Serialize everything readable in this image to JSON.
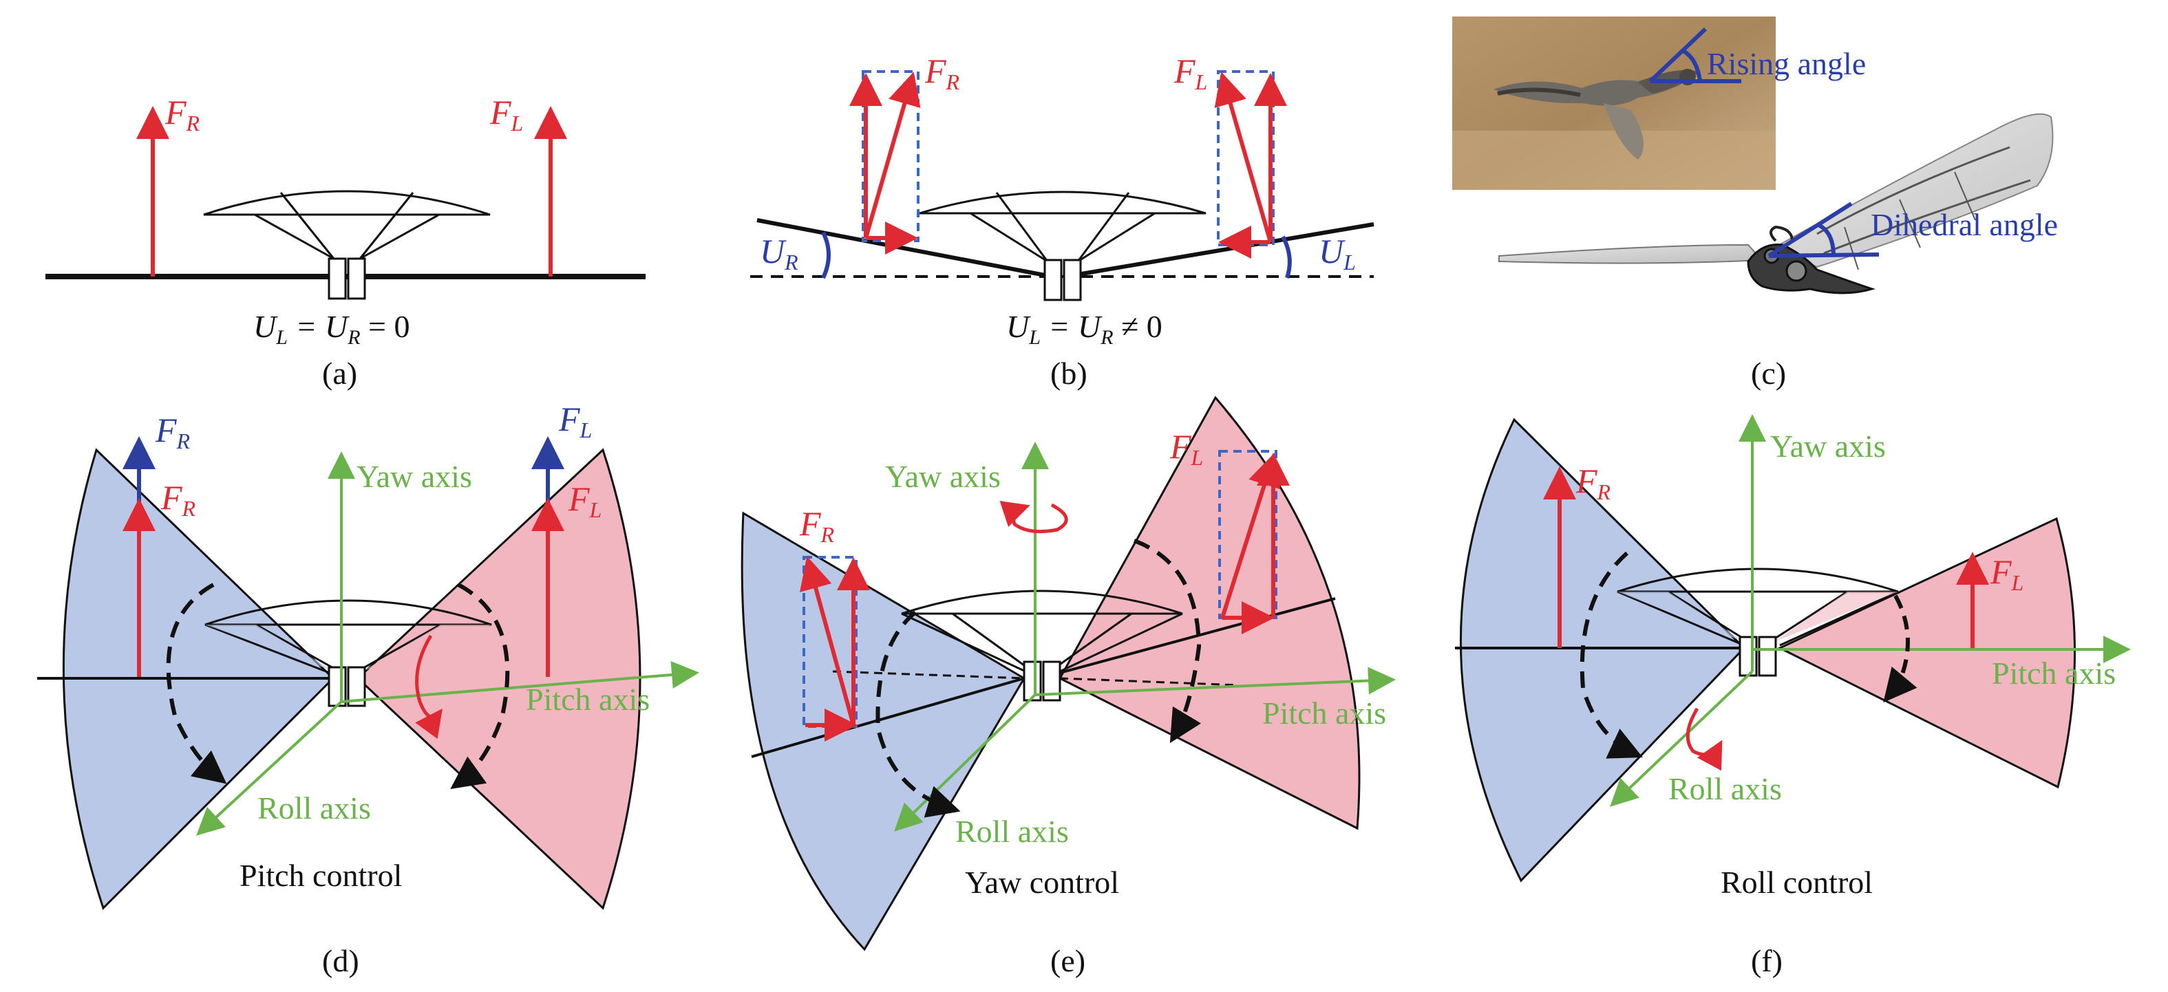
{
  "colors": {
    "force_red": "#e02a33",
    "force_blue": "#2c3f9c",
    "axis_green": "#6ab24a",
    "angle_blue": "#2b3ea8",
    "wing_blue": "#b9c8e6",
    "wing_pink": "#f2b6c1",
    "line_black": "#111111",
    "dashed_blue": "#3d66c9"
  },
  "panel_a": {
    "FR": "F",
    "FR_sub": "R",
    "FL": "F",
    "FL_sub": "L",
    "equation": "U",
    "eq_L": "L",
    "eq_mid": " = U",
    "eq_R": "R",
    "eq_end": " = 0",
    "caption": "(a)"
  },
  "panel_b": {
    "FR": "F",
    "FR_sub": "R",
    "FL": "F",
    "FL_sub": "L",
    "UR": "U",
    "UR_sub": "R",
    "UL": "U",
    "UL_sub": "L",
    "equation": "U",
    "eq_L": "L",
    "eq_mid": " = U",
    "eq_R": "R",
    "eq_end": " ≠ 0",
    "caption": "(b)"
  },
  "panel_c": {
    "rising_angle": "Rising angle",
    "dihedral_angle": "Dihedral angle",
    "caption": "(c)"
  },
  "panel_d": {
    "FR": "F",
    "FR_sub": "R",
    "FL": "F",
    "FL_sub": "L",
    "yaw_axis": "Yaw axis",
    "pitch_axis": "Pitch axis",
    "roll_axis": "Roll axis",
    "title": "Pitch control",
    "caption": "(d)"
  },
  "panel_e": {
    "FR": "F",
    "FR_sub": "R",
    "FL": "F",
    "FL_sub": "L",
    "yaw_axis": "Yaw axis",
    "pitch_axis": "Pitch axis",
    "roll_axis": "Roll axis",
    "title": "Yaw control",
    "caption": "(e)"
  },
  "panel_f": {
    "FR": "F",
    "FR_sub": "R",
    "FL": "F",
    "FL_sub": "L",
    "yaw_axis": "Yaw axis",
    "pitch_axis": "Pitch axis",
    "roll_axis": "Roll axis",
    "title": "Roll control",
    "caption": "(f)"
  }
}
